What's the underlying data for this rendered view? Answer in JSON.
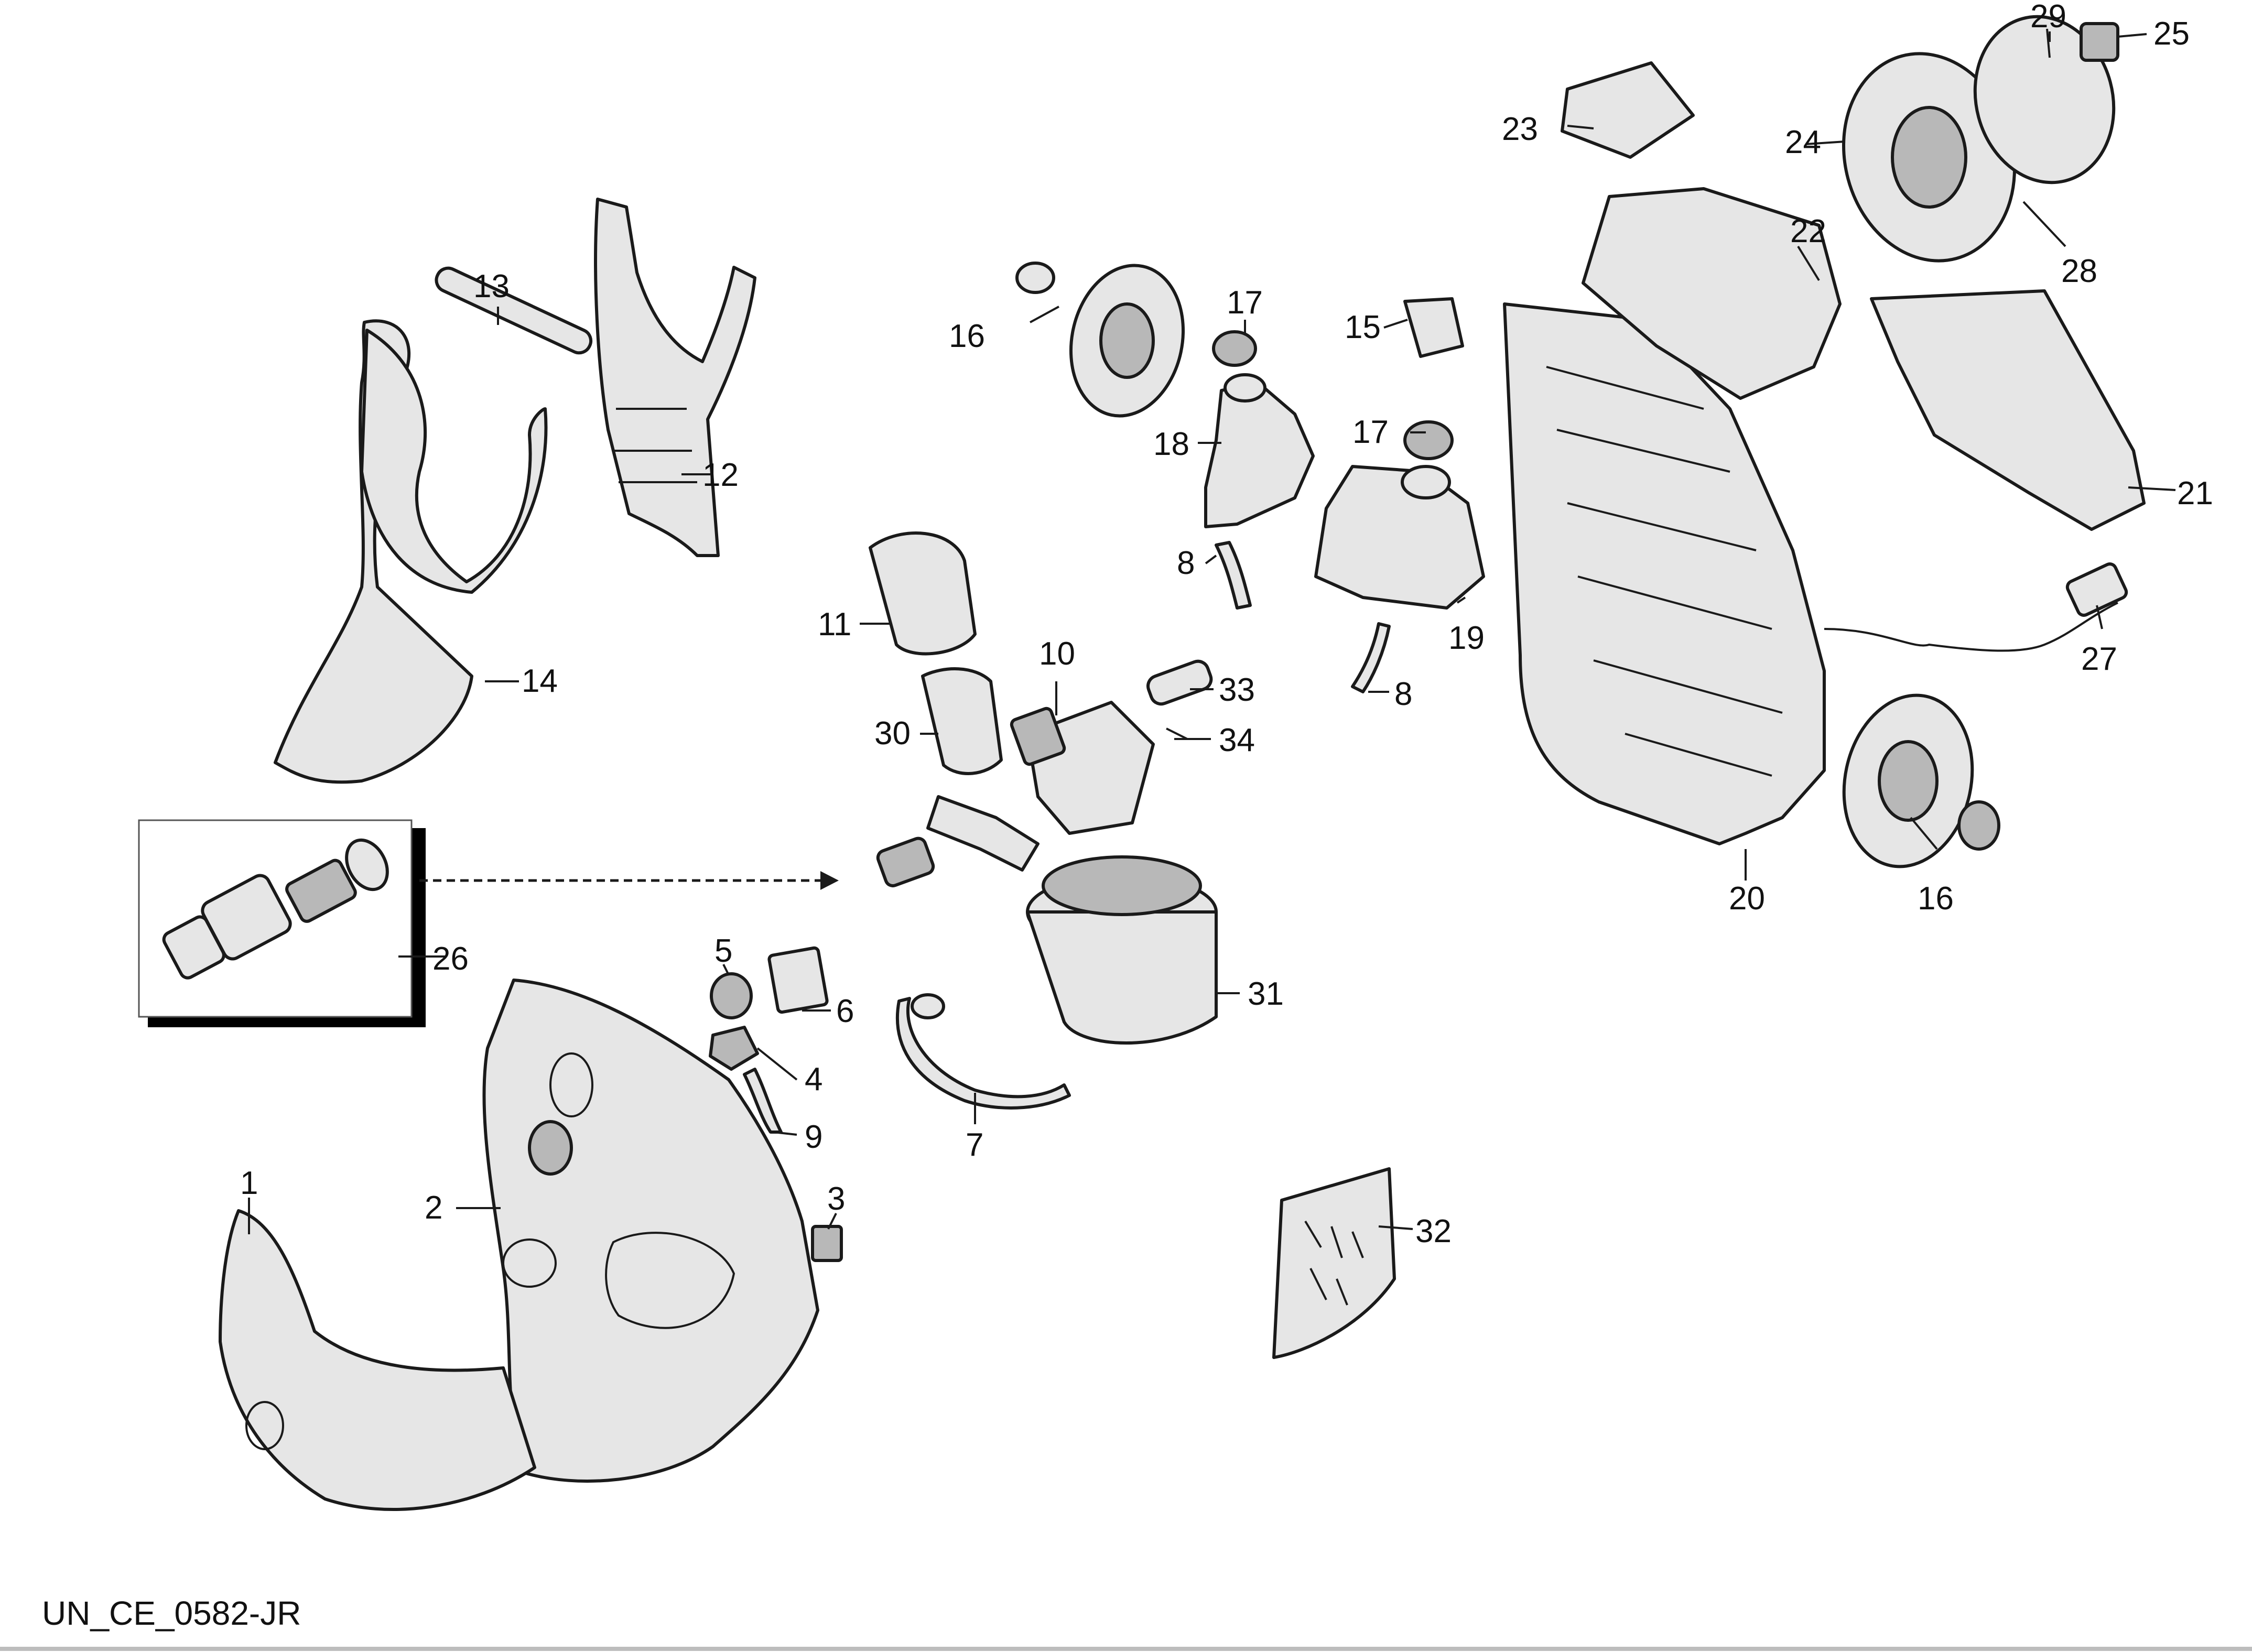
{
  "diagram": {
    "drawing_id": "UN_CE_0582-JR",
    "callouts": [
      {
        "id": "c1",
        "label": "1"
      },
      {
        "id": "c2",
        "label": "2"
      },
      {
        "id": "c3",
        "label": "3"
      },
      {
        "id": "c4",
        "label": "4"
      },
      {
        "id": "c5",
        "label": "5"
      },
      {
        "id": "c6",
        "label": "6"
      },
      {
        "id": "c7",
        "label": "7"
      },
      {
        "id": "c8a",
        "label": "8"
      },
      {
        "id": "c8b",
        "label": "8"
      },
      {
        "id": "c9",
        "label": "9"
      },
      {
        "id": "c10",
        "label": "10"
      },
      {
        "id": "c11",
        "label": "11"
      },
      {
        "id": "c12",
        "label": "12"
      },
      {
        "id": "c13",
        "label": "13"
      },
      {
        "id": "c14",
        "label": "14"
      },
      {
        "id": "c15",
        "label": "15"
      },
      {
        "id": "c16a",
        "label": "16"
      },
      {
        "id": "c16b",
        "label": "16"
      },
      {
        "id": "c17a",
        "label": "17"
      },
      {
        "id": "c17b",
        "label": "17"
      },
      {
        "id": "c18",
        "label": "18"
      },
      {
        "id": "c19",
        "label": "19"
      },
      {
        "id": "c20",
        "label": "20"
      },
      {
        "id": "c21",
        "label": "21"
      },
      {
        "id": "c22",
        "label": "22"
      },
      {
        "id": "c23",
        "label": "23"
      },
      {
        "id": "c24",
        "label": "24"
      },
      {
        "id": "c25",
        "label": "25"
      },
      {
        "id": "c26",
        "label": "26"
      },
      {
        "id": "c27",
        "label": "27"
      },
      {
        "id": "c28",
        "label": "28"
      },
      {
        "id": "c29",
        "label": "29"
      },
      {
        "id": "c30",
        "label": "30"
      },
      {
        "id": "c31",
        "label": "31"
      },
      {
        "id": "c32",
        "label": "32"
      },
      {
        "id": "c33",
        "label": "33"
      },
      {
        "id": "c34",
        "label": "34"
      }
    ]
  }
}
